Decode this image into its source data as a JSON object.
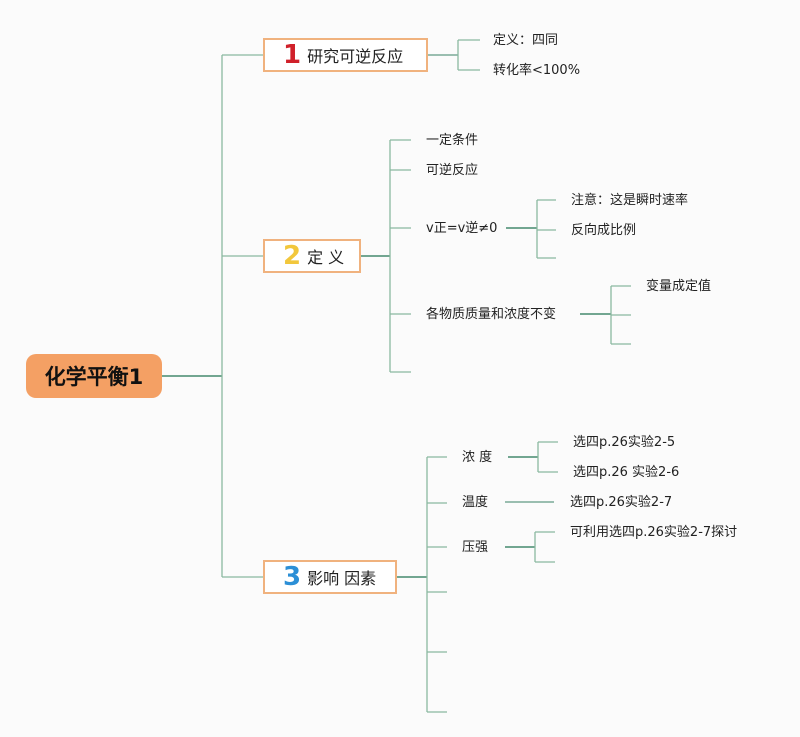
{
  "colors": {
    "line": "#8ab8a0",
    "root": "#f4a064",
    "border": "#f0b27e",
    "num1": "#d0202a",
    "num2": "#f2c73c",
    "num3": "#2c8fd6"
  },
  "root": {
    "title": "化学平衡1"
  },
  "branch1": {
    "number": "1",
    "label": "研究可逆反应",
    "items": [
      "定义：四同",
      "转化率<100%"
    ]
  },
  "branch2": {
    "number": "2",
    "label": "定 义",
    "items": [
      "一定条件",
      "可逆反应",
      "v正=v逆≠0",
      "各物质质量和浓度不变"
    ],
    "v_children": [
      "注意：这是瞬时速率",
      "反向成比例"
    ],
    "conc_children": [
      "变量成定值"
    ]
  },
  "branch3": {
    "number": "3",
    "label": "影响 因素",
    "items": [
      "浓 度",
      "温度",
      "压强"
    ],
    "nongdu_children": [
      "选四p.26实验2-5",
      "选四p.26 实验2-6"
    ],
    "wendu_child": "选四p.26实验2-7",
    "yaqiang_child": "可利用选四p.26实验2-7探讨"
  }
}
